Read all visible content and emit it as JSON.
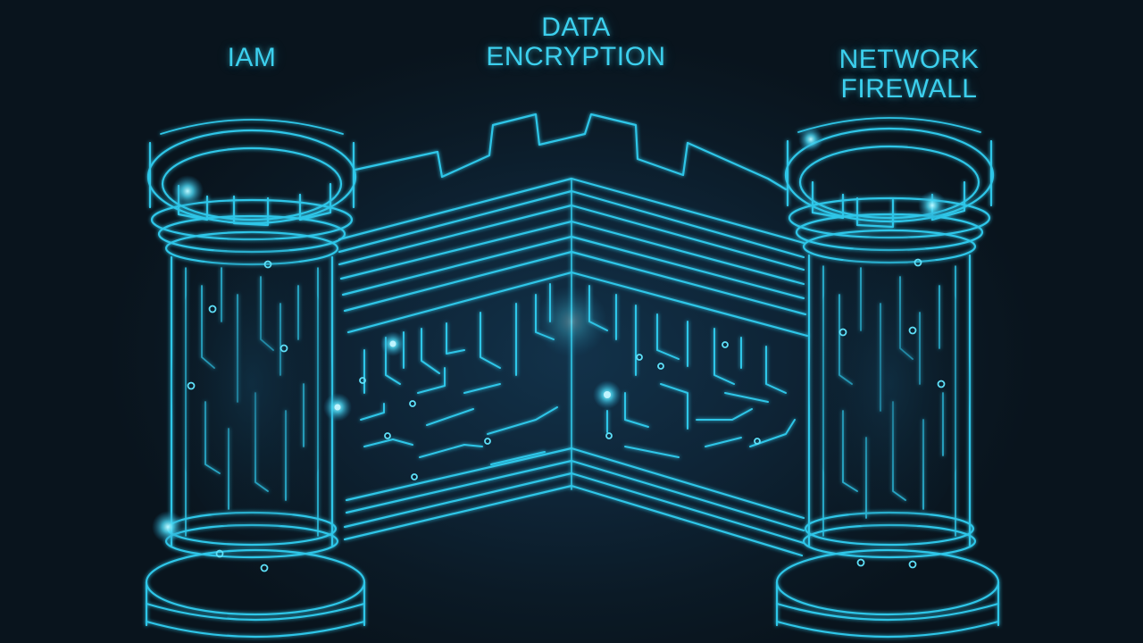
{
  "labels": {
    "left_tower": "IAM",
    "center_wall": [
      "DATA",
      "ENCRYPTION"
    ],
    "right_tower": [
      "NETWORK",
      "FIREWALL"
    ]
  },
  "colors": {
    "background": "#0a1620",
    "line": "#2fc6e8",
    "glow": "#7ff0ff",
    "text": "#3cd0ee"
  }
}
